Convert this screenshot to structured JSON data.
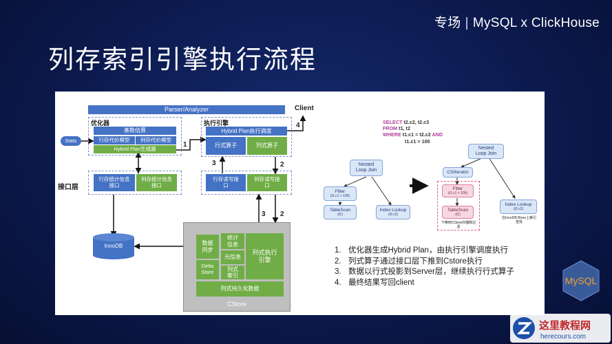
{
  "header": {
    "left": "专场",
    "right": "MySQL x ClickHouse"
  },
  "title": "列存索引引擎执行流程",
  "diagram": {
    "parser": "Parser/Analyzer",
    "client": "Client",
    "optimizer": {
      "label": "优化器",
      "cost": "基数估算",
      "row_cost": "行存代价模型",
      "col_cost": "列存代价模型",
      "plan_gen": "Hybrid Plan生成器"
    },
    "stats": "Stats",
    "engine": {
      "label": "执行引擎",
      "scheduler": "Hybrid Plan执行调度",
      "row_op": "行式算子",
      "col_op": "列式算子"
    },
    "iface_label": "接口层",
    "iface": {
      "row_stats": "行存统计信息接口",
      "col_stats": "列存统计信息接口",
      "row_rw": "行存读写接口",
      "col_rw": "列存读写接口"
    },
    "innodb": "InnoDB",
    "cstore": {
      "sync": "数据同步",
      "stats": "统计信息",
      "meta": "元信息",
      "delta": "Delta Store",
      "col_index": "列式索引",
      "col_engine": "列式执行引擎",
      "persist": "列式持久化数据",
      "label": "CStore"
    },
    "arrows": {
      "a1": "1",
      "a2": "2",
      "a3": "3",
      "a4": "4",
      "b3": "3",
      "b2": "2"
    },
    "sql": {
      "select_kw": "SELECT",
      "select": "t2.c2, t2.c3",
      "from_kw": "FROM",
      "from": "t1, t2",
      "where_kw": "WHERE",
      "where": "t1.c1 = t2.c2",
      "and_kw": "AND",
      "and": "t1.c1 > 100"
    },
    "tree_left": {
      "nlj": "Nested Loop Join",
      "filter": "Filter",
      "filter_cond": "(t1.c1 > 100)",
      "tscan": "TableScan",
      "tscan_t": "(t1)",
      "ilookup": "Index Lookup",
      "ilookup_t": "(t2.c2)"
    },
    "tree_right": {
      "nlj": "Nested Loop Join",
      "csi": "CSIIterator",
      "filter": "Filter",
      "filter_cond": "(t1.c1 > 100)",
      "tscan": "TableScan",
      "tscan_t": "(t1)",
      "push_note": "下推到CStore扫描和过滤",
      "ilookup": "Index Lookup",
      "ilookup_t": "(t2.c2)",
      "ilookup_note": "在InnoDB Btree上索引查找"
    }
  },
  "steps": [
    {
      "n": "1.",
      "text": "优化器生成Hybrid Plan，由执行引擎调度执行"
    },
    {
      "n": "2.",
      "text": "列式算子通过接口层下推到Cstore执行"
    },
    {
      "n": "3.",
      "text": "数据以行式投影到Server层，继续执行行式算子"
    },
    {
      "n": "4.",
      "text": "最终结果写回client"
    }
  ],
  "logo": "MySQL",
  "watermark": {
    "cn": "这里教程网",
    "en": "herecours.com"
  },
  "colors": {
    "blue": "#4472c4",
    "green": "#70ad47",
    "bg": "#0c1a4e"
  }
}
